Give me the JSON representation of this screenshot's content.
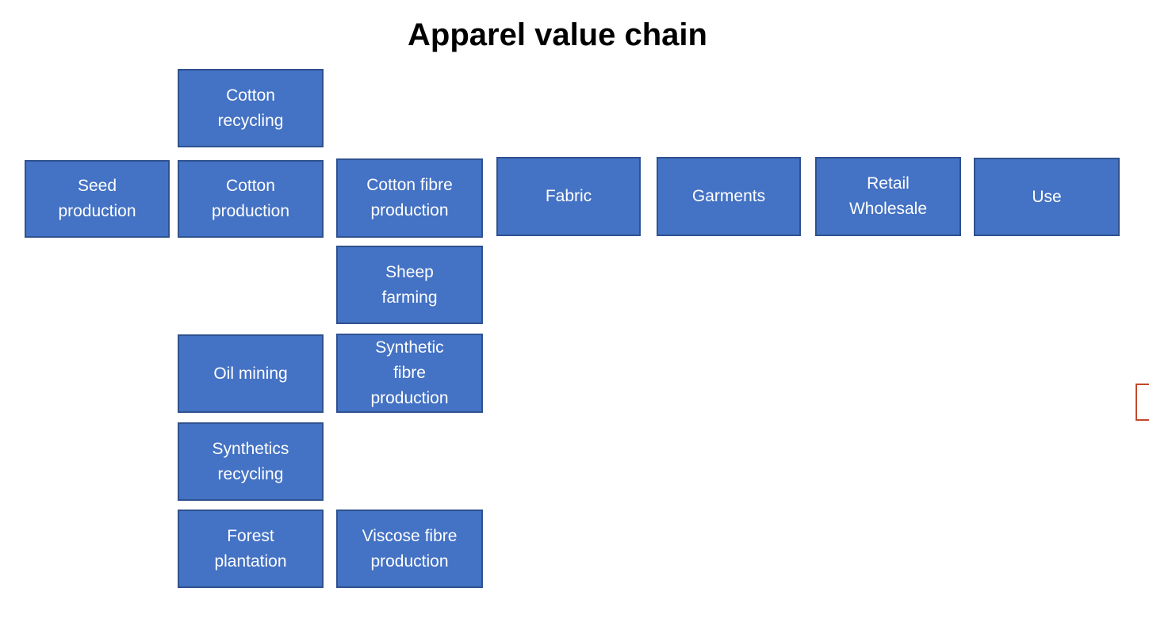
{
  "title": "Apparel value chain",
  "colors": {
    "background": "#FFFFFF",
    "node_fill": "#4472C4",
    "node_border": "#2F528F",
    "node_text": "#FFFFFF",
    "title_text": "#000000",
    "highlight_border": "#C4472B",
    "highlight_fill": "#FFFFFF"
  },
  "nodes": [
    {
      "id": "cotton-recycling",
      "label": "Cotton\nrecycling"
    },
    {
      "id": "seed-production",
      "label": "Seed\nproduction"
    },
    {
      "id": "cotton-production",
      "label": "Cotton\nproduction"
    },
    {
      "id": "cotton-fibre-production",
      "label": "Cotton fibre\nproduction"
    },
    {
      "id": "fabric",
      "label": "Fabric"
    },
    {
      "id": "garments",
      "label": "Garments"
    },
    {
      "id": "retail-wholesale",
      "label": "Retail\nWholesale"
    },
    {
      "id": "use",
      "label": "Use"
    },
    {
      "id": "sheep-farming",
      "label": "Sheep\nfarming"
    },
    {
      "id": "oil-mining",
      "label": "Oil mining"
    },
    {
      "id": "synthetic-fibre-production",
      "label": "Synthetic\nfibre\nproduction"
    },
    {
      "id": "synthetics-recycling",
      "label": "Synthetics\nrecycling"
    },
    {
      "id": "forest-plantation",
      "label": "Forest\nplantation"
    },
    {
      "id": "viscose-fibre-production",
      "label": "Viscose fibre\nproduction"
    }
  ]
}
